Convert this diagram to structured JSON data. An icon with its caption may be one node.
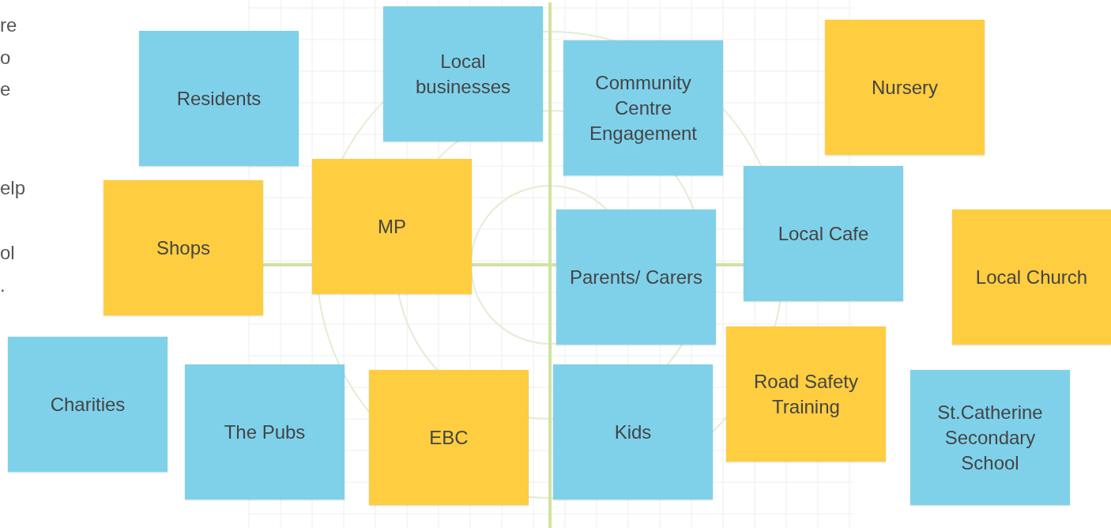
{
  "diagram": {
    "nodes": [
      {
        "text": [
          "Residents"
        ]
      },
      {
        "text": [
          "Local businesses"
        ]
      },
      {
        "text": [
          "Community Centre Engagement"
        ]
      },
      {
        "text": [
          "Nursery"
        ]
      },
      {
        "text": [
          "Shops"
        ]
      },
      {
        "text": [
          "MP"
        ]
      },
      {
        "text": [
          "Parents/ Carers"
        ]
      },
      {
        "text": [
          "Local Cafe"
        ]
      },
      {
        "text": [
          "Local Church"
        ]
      },
      {
        "text": [
          "Charities"
        ]
      },
      {
        "text": [
          "The Pubs"
        ]
      },
      {
        "text": [
          "EBC"
        ]
      },
      {
        "text": [
          "Kids"
        ]
      },
      {
        "text": [
          "Road Safety Training"
        ]
      },
      {
        "text": [
          "St.Catherine Secondary School"
        ]
      }
    ],
    "labels": [
      "re",
      "o",
      "e",
      "elp",
      "ol",
      "."
    ]
  }
}
